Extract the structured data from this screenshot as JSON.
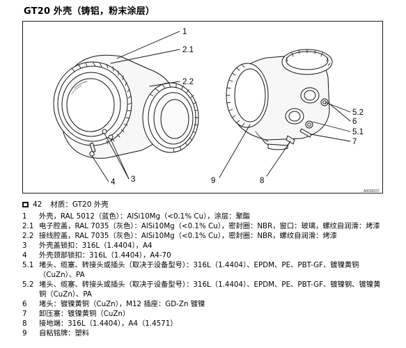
{
  "title": "GT20 外壳（铸铝，粉末涂层）",
  "figure": {
    "callouts": {
      "c1": "1",
      "c2_1": "2.1",
      "c2_2": "2.2",
      "c3": "3",
      "c4": "4",
      "c5_1": "5.1",
      "c5_2": "5.2",
      "c6": "6",
      "c7": "7",
      "c8": "8",
      "c9": "9"
    },
    "figure_id": "A0036037"
  },
  "caption": {
    "number": "42",
    "text": "材质：GT20 外壳"
  },
  "legend": [
    {
      "num": "1",
      "text": "外壳，RAL 5012（蓝色）：AlSi10Mg（<0.1% Cu），涂层：聚酯"
    },
    {
      "num": "2.1",
      "text": "电子腔盖，RAL 7035（灰色）：AlSi10Mg（<0.1% Cu），密封圈：NBR，窗口：玻璃，螺纹自润滑：烤漆"
    },
    {
      "num": "2.2",
      "text": "接线腔盖，RAL 7035（灰色）：AlSi10Mg（<0.1% Cu），密封圈：NBR，螺纹自润滑：烤漆"
    },
    {
      "num": "3",
      "text": "外壳盖锁扣：316L（1.4404），A4"
    },
    {
      "num": "4",
      "text": "外壳颈部锁扣：316L（1.4404），A4-70"
    },
    {
      "num": "5.1",
      "text": "堵头、缆塞、转接头或插头（取决于设备型号）：316L（1.4404）、EPDM、PE、PBT-GF、镀镍黄铜（CuZn）、PA"
    },
    {
      "num": "5.2",
      "text": "堵头、缆塞、转接头或插头（取决于设备型号）：316L（1.4404）、EPDM、PE、PBT-GF、镀镍钢、镀镍黄铜（CuZn）、PA"
    },
    {
      "num": "6",
      "text": "堵头：镀镍黄铜（CuZn），M12 插座：GD-Zn 镀镍"
    },
    {
      "num": "7",
      "text": "卸压塞：镀镍黄铜（CuZn）"
    },
    {
      "num": "8",
      "text": "接地端：316L（1.4404），A4（1.4571）"
    },
    {
      "num": "9",
      "text": "自粘铭牌：塑料"
    }
  ]
}
